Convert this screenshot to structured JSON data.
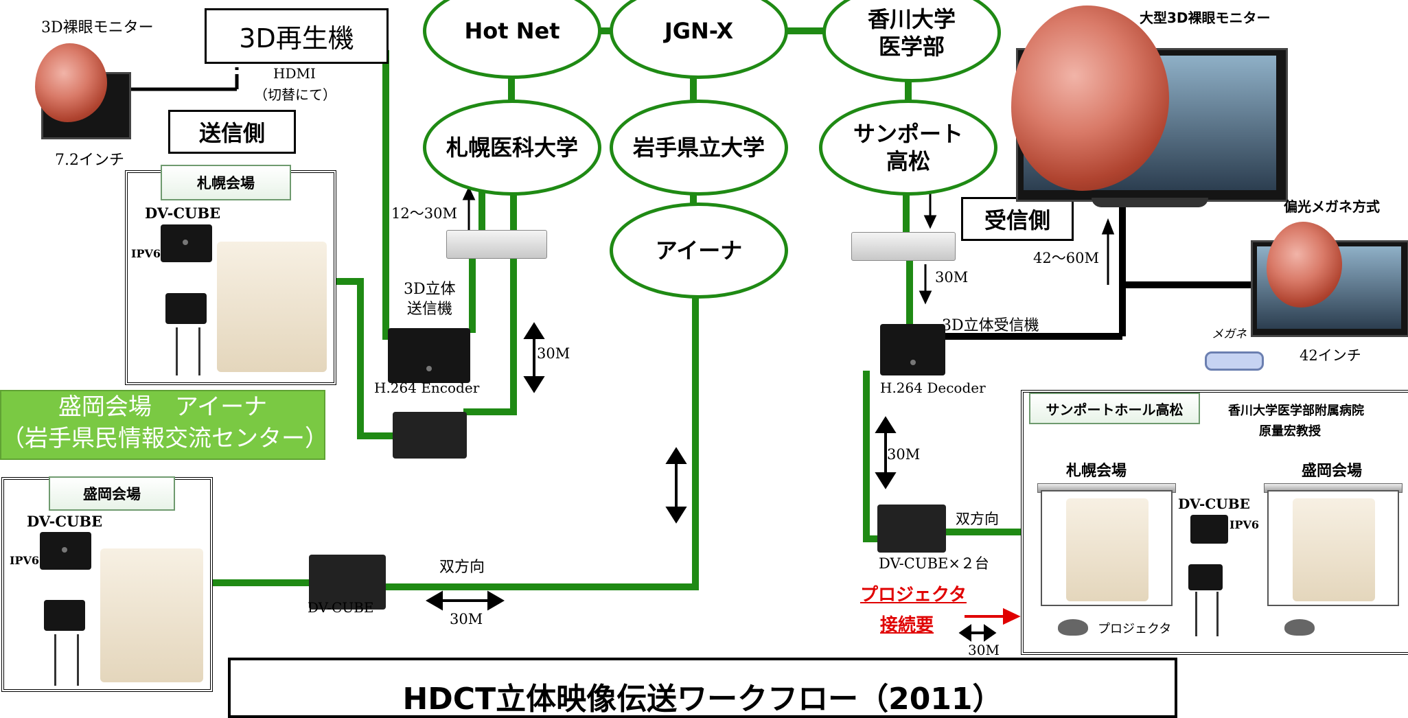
{
  "title": "HDCT立体映像伝送ワークフロー（2011）",
  "network": {
    "hotnet": "Hot Net",
    "jgnx": "JGN-X",
    "kagawa": "香川大学\n医学部",
    "sapporo_med": "札幌医科大学",
    "iwate": "岩手県立大学",
    "sunport": "サンポート\n高松",
    "aina": "アイーナ"
  },
  "sender": {
    "monitor_label": "3D裸眼モニター",
    "monitor_size": "7.2インチ",
    "player": "3D再生機",
    "hdmi": "HDMI",
    "hdmi_note": "（切替にて）",
    "side_label": "送信側",
    "venue_title": "札幌会場",
    "dvcube": "DV-CUBE",
    "ipv6": "IPV6",
    "bw_up": "12～30M",
    "encoder_label": "3D立体\n送信機",
    "encoder_caption": "H.264 Encoder",
    "bw_encoder": "30M"
  },
  "morioka": {
    "banner_line1": "盛岡会場　アイーナ",
    "banner_line2": "（岩手県民情報交流センター）",
    "venue_title": "盛岡会場",
    "dvcube": "DV-CUBE",
    "ipv6": "IPV6",
    "dvcube_caption": "DV-CUBE",
    "bidir": "双方向",
    "bw": "30M"
  },
  "receiver": {
    "side_label": "受信側",
    "bw_down": "30M",
    "bw_monitor": "42～60M",
    "decoder_label": "3D立体受信機",
    "decoder_caption": "H.264 Decoder",
    "bw_decoder": "30M",
    "dvcube_x2": "DV-CUBE×２台",
    "bidir": "双方向",
    "projector_req_line1": "プロジェクタ",
    "projector_req_line2": "接続要",
    "bw_proj": "30M",
    "big_monitor": "大型3D裸眼モニター",
    "polarized": "偏光メガネ方式",
    "glasses": "メガネ",
    "monitor_size": "42インチ"
  },
  "hall": {
    "venue_title": "サンポートホール高松",
    "hospital": "香川大学医学部附属病院",
    "professor": "原量宏教授",
    "screen1": "札幌会場",
    "screen2": "盛岡会場",
    "dvcube": "DV-CUBE",
    "ipv6": "IPV6",
    "projector": "プロジェクタ"
  },
  "colors": {
    "link_green": "#1f8a14",
    "banner_green": "#7ac943",
    "red": "#e00000"
  }
}
